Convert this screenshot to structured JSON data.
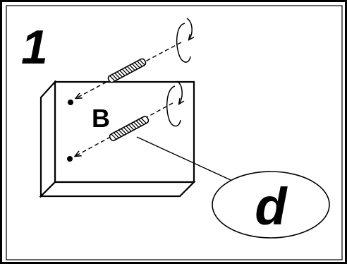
{
  "diagram": {
    "step_number": "1",
    "block_label": "B",
    "part_label": "d"
  }
}
